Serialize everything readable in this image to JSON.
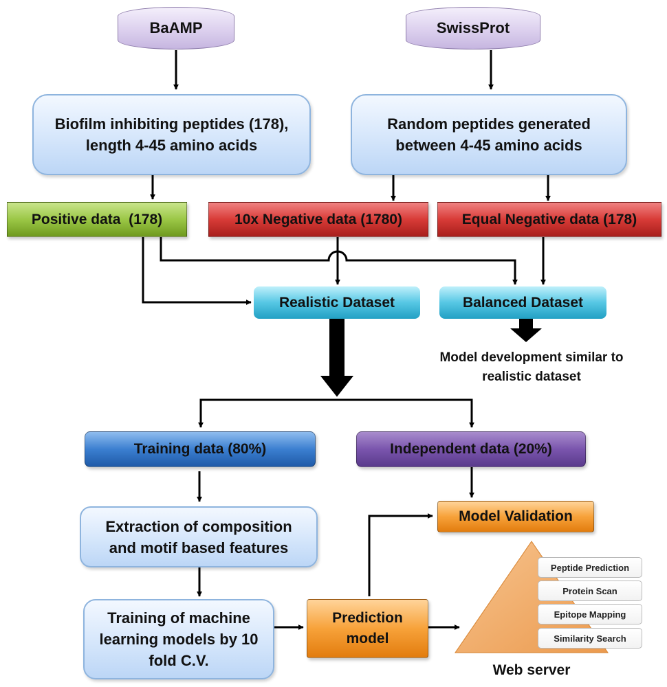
{
  "sources": {
    "baamp": "BaAMP",
    "swissprot": "SwissProt"
  },
  "boxes": {
    "biofilm": "Biofilm inhibiting peptides (178), length 4-45 amino acids",
    "random": "Random peptides generated between 4-45 amino acids",
    "positive": "Positive data  (178)",
    "neg10x": "10x Negative data (1780)",
    "neg_equal": "Equal Negative data (178)",
    "realistic": "Realistic Dataset",
    "balanced": "Balanced Dataset",
    "model_dev_note": "Model development similar to realistic dataset",
    "training": "Training data (80%)",
    "independent": "Independent data (20%)",
    "extraction": "Extraction of composition and motif based features",
    "training_ml": "Training of machine learning models by 10 fold C.V.",
    "prediction": "Prediction model",
    "validation": "Model Validation"
  },
  "webserver": {
    "label": "Web server",
    "modules": [
      "Peptide Prediction",
      "Protein Scan",
      "Epitope Mapping",
      "Similarity Search"
    ]
  }
}
